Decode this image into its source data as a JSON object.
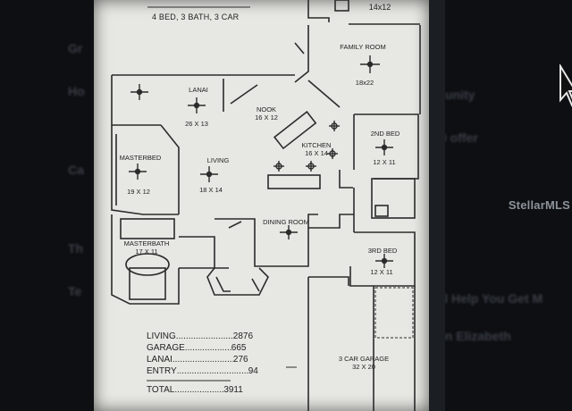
{
  "header": {
    "bed_bath_car": "4 BED, 3 BATH,   3 CAR"
  },
  "rooms": {
    "bedroom_top": {
      "dims": "14x12"
    },
    "family_room": {
      "name": "FAMILY ROOM",
      "dims": "18x22"
    },
    "lanai": {
      "name": "LANAI",
      "dims": "26 X 13"
    },
    "nook": {
      "name": "NOOK",
      "dims": "16 X 12"
    },
    "masterbed": {
      "name": "MASTERBED",
      "dims": "19 X 12"
    },
    "living": {
      "name": "LIVING",
      "dims": "18 X 14"
    },
    "kitchen": {
      "name": "KITCHEN",
      "dims": "16 X 14"
    },
    "second_bed": {
      "name": "2ND BED",
      "dims": "12 X 11"
    },
    "masterbath": {
      "name": "MASTERBATH",
      "dims": "17 X 11"
    },
    "dining": {
      "name": "DINING ROOM"
    },
    "third_bed": {
      "name": "3RD BED",
      "dims": "12 X 11"
    },
    "garage": {
      "name": "3 CAR GARAGE",
      "dims": "32 X 20"
    }
  },
  "totals": {
    "living": {
      "label": "LIVING",
      "value": "2876"
    },
    "garage": {
      "label": "GARAGE",
      "value": "665"
    },
    "lanai": {
      "label": "LANAI",
      "value": "276"
    },
    "entry": {
      "label": "ENTRY",
      "value": "94"
    },
    "total": {
      "label": "TOTAL",
      "value": "3911"
    }
  },
  "watermark": "StellarMLS",
  "background_snippets": {
    "s1": "Gr",
    "s2": "Ho",
    "s3": "unity",
    "s4": "0 offer",
    "s5": "Ca",
    "s6": "'ll Help You Get M",
    "s7": "en Elizabeth",
    "s8": "Th",
    "s9": "Te"
  }
}
